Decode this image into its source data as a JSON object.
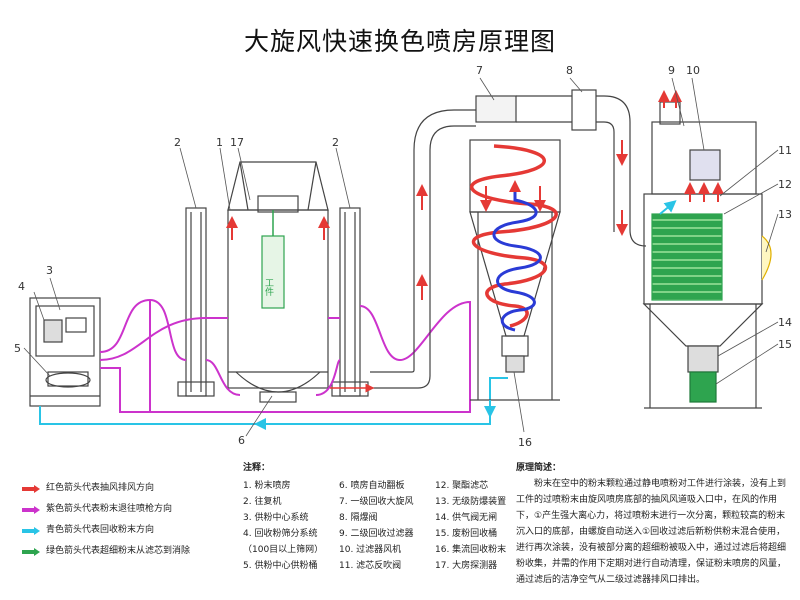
{
  "title": "大旋风快速换色喷房原理图",
  "callouts": [
    "1",
    "2",
    "3",
    "4",
    "5",
    "6",
    "7",
    "8",
    "9",
    "10",
    "11",
    "12",
    "13",
    "14",
    "15",
    "16",
    "17"
  ],
  "label_2_left": "2",
  "label_2_right": "2",
  "workpiece_label": "工件",
  "legend": [
    {
      "color": "#e53935",
      "text": "红色箭头代表抽风排风方向"
    },
    {
      "color": "#cc33cc",
      "text": "紫色箭头代表粉末退往喷枪方向"
    },
    {
      "color": "#29c4e6",
      "text": "青色箭头代表回收粉末方向"
    },
    {
      "color": "#2ea44f",
      "text": "绿色箭头代表超细粉末从滤芯到消除"
    }
  ],
  "notes": {
    "heading": "注释：",
    "columns": [
      [
        "1. 粉末喷房",
        "2. 往复机",
        "3. 供粉中心系统",
        "4. 回收粉筛分系统",
        "（100目以上筛网）",
        "5. 供粉中心供粉桶"
      ],
      [
        "6. 喷房自动翻板",
        "7. 一级回收大旋风",
        "8. 隔爆阀",
        "9. 二级回收过滤器",
        "10. 过滤器风机",
        "11. 滤芯反吹阀"
      ],
      [
        "12. 聚酯滤芯",
        "13. 无级防爆装置",
        "14. 供气阀无闸",
        "15. 废粉回收桶",
        "16. 集流回收粉末",
        "17. 大房探测器"
      ]
    ]
  },
  "principle": {
    "heading": "原理简述：",
    "text": "粉末在空中的粉末颗粒通过静电喷粉对工件进行涂装，没有上到工件的过喷粉末由旋风喷房底部的抽风风道吸入口中，在风的作用下，①产生强大离心力，将过喷粉末进行一次分离，颗粒较高的粉末沉入口的底部，由螺旋自动送入①回收过滤后新粉供粉末混合使用，进行再次涂装，没有被部分离的超细粉被吸入中，通过过滤后将超细粉收集，并需的作用下定期对进行自动清理，保证粉末喷房的风量，通过滤后的洁净空气从二级过滤器排风口排出。"
  },
  "colors": {
    "red": "#e53935",
    "purple": "#cc33cc",
    "cyan": "#29c4e6",
    "green": "#2ea44f",
    "blue": "#2a3bd6",
    "line": "#444444"
  }
}
